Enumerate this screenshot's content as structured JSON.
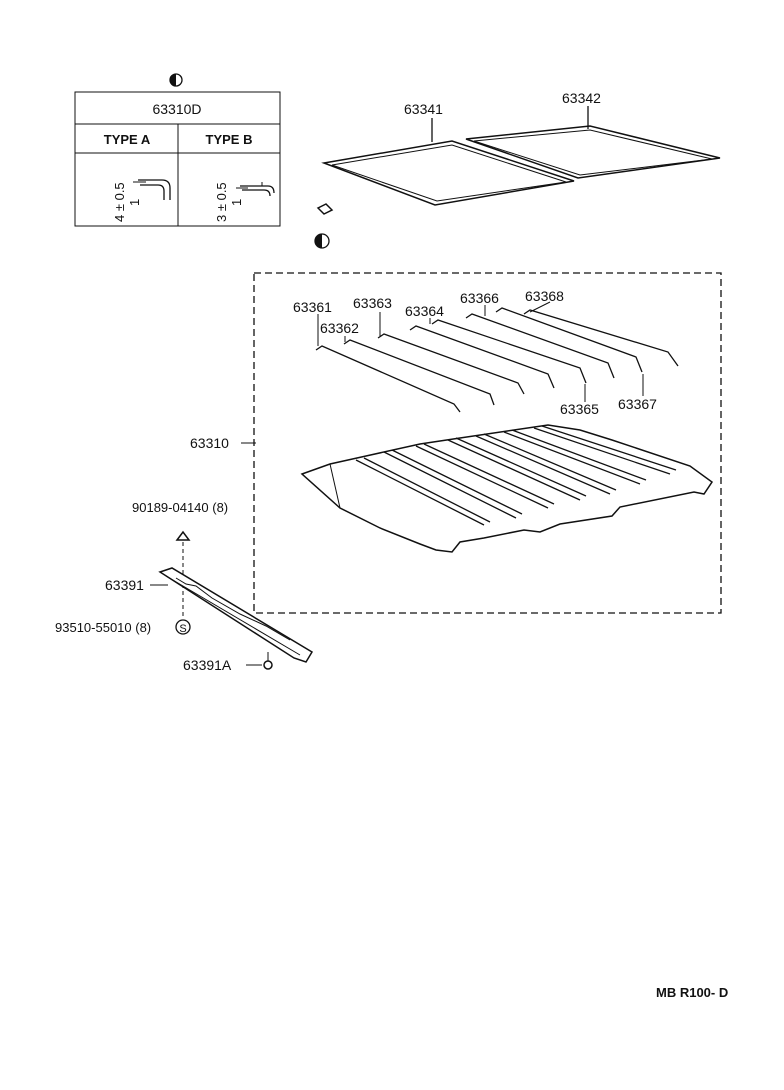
{
  "table": {
    "header": "63310D",
    "type_a": "TYPE A",
    "type_b": "TYPE B",
    "type_a_dims": [
      "4 ± 0.5",
      "1"
    ],
    "type_b_dims": [
      "3 ± 0.5",
      "1"
    ]
  },
  "parts": {
    "roof_panel_front": "63341",
    "roof_panel_rear": "63342",
    "roof_panel_assy": "63310",
    "bow_1": "63361",
    "bow_2": "63362",
    "bow_3": "63363",
    "bow_4": "63364",
    "bow_5": "63365",
    "bow_6": "63366",
    "bow_7": "63367",
    "bow_8": "63368",
    "bolt": "90189-04140 (8)",
    "rail": "63391",
    "screw": "93510-55010 (8)",
    "clip": "63391A"
  },
  "footer": {
    "code": "MB R100- D"
  },
  "icons": {
    "half_circle": "half-filled-circle-icon",
    "screw_symbol": "circled-s-icon"
  }
}
